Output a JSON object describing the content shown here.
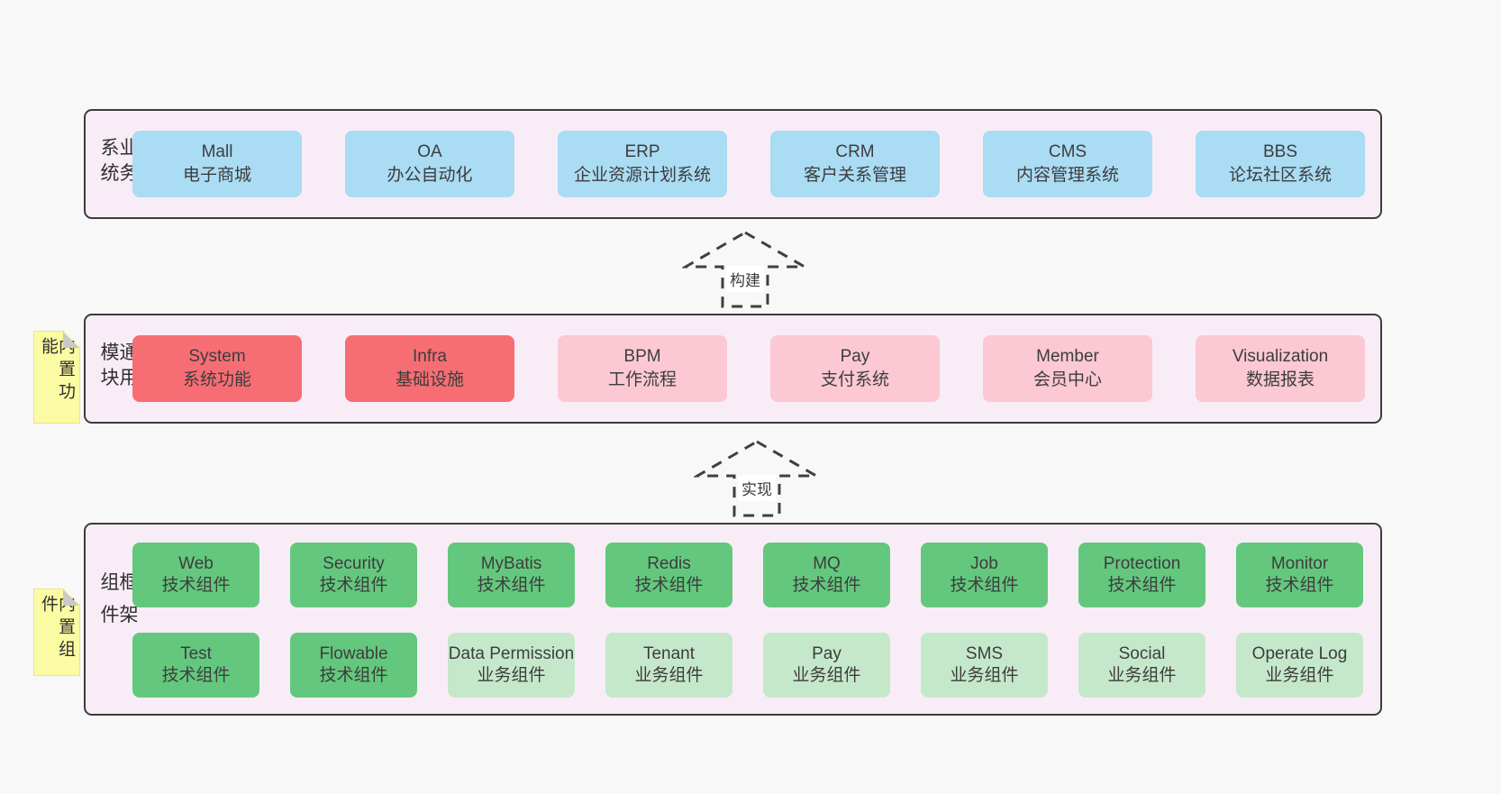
{
  "colors": {
    "page_bg": "#f8f8f8",
    "band_bg": "#f8edf6",
    "band_border": "#3c3c3c",
    "box_blue": "#aadcf4",
    "box_red": "#f66e74",
    "box_pink": "#fbc8d3",
    "box_green_dark": "#63c87d",
    "box_green_light": "#c6e8ca",
    "note_yellow": "#fbfba3",
    "note_fold_gray": "#c9c9c9",
    "text": "#3d3d3d"
  },
  "arrows": [
    {
      "label": "构建"
    },
    {
      "label": "实现"
    }
  ],
  "bands": {
    "business": {
      "label": "业务系统",
      "boxes": [
        {
          "en": "Mall",
          "zh": "电子商城"
        },
        {
          "en": "OA",
          "zh": "办公自动化"
        },
        {
          "en": "ERP",
          "zh": "企业资源计划系统"
        },
        {
          "en": "CRM",
          "zh": "客户关系管理"
        },
        {
          "en": "CMS",
          "zh": "内容管理系统"
        },
        {
          "en": "BBS",
          "zh": "论坛社区系统"
        }
      ]
    },
    "modules": {
      "label": "通用模块",
      "note": "内置功能",
      "boxes": [
        {
          "en": "System",
          "zh": "系统功能"
        },
        {
          "en": "Infra",
          "zh": "基础设施"
        },
        {
          "en": "BPM",
          "zh": "工作流程"
        },
        {
          "en": "Pay",
          "zh": "支付系统"
        },
        {
          "en": "Member",
          "zh": "会员中心"
        },
        {
          "en": "Visualization",
          "zh": "数据报表"
        }
      ]
    },
    "components": {
      "label": "框架组件",
      "note": "内置组件",
      "row1": [
        {
          "en": "Web",
          "zh": "技术组件"
        },
        {
          "en": "Security",
          "zh": "技术组件"
        },
        {
          "en": "MyBatis",
          "zh": "技术组件"
        },
        {
          "en": "Redis",
          "zh": "技术组件"
        },
        {
          "en": "MQ",
          "zh": "技术组件"
        },
        {
          "en": "Job",
          "zh": "技术组件"
        },
        {
          "en": "Protection",
          "zh": "技术组件"
        },
        {
          "en": "Monitor",
          "zh": "技术组件"
        }
      ],
      "row2": [
        {
          "en": "Test",
          "zh": "技术组件"
        },
        {
          "en": "Flowable",
          "zh": "技术组件"
        },
        {
          "en": "Data Permission",
          "zh": "业务组件"
        },
        {
          "en": "Tenant",
          "zh": "业务组件"
        },
        {
          "en": "Pay",
          "zh": "业务组件"
        },
        {
          "en": "SMS",
          "zh": "业务组件"
        },
        {
          "en": "Social",
          "zh": "业务组件"
        },
        {
          "en": "Operate Log",
          "zh": "业务组件"
        }
      ]
    }
  }
}
